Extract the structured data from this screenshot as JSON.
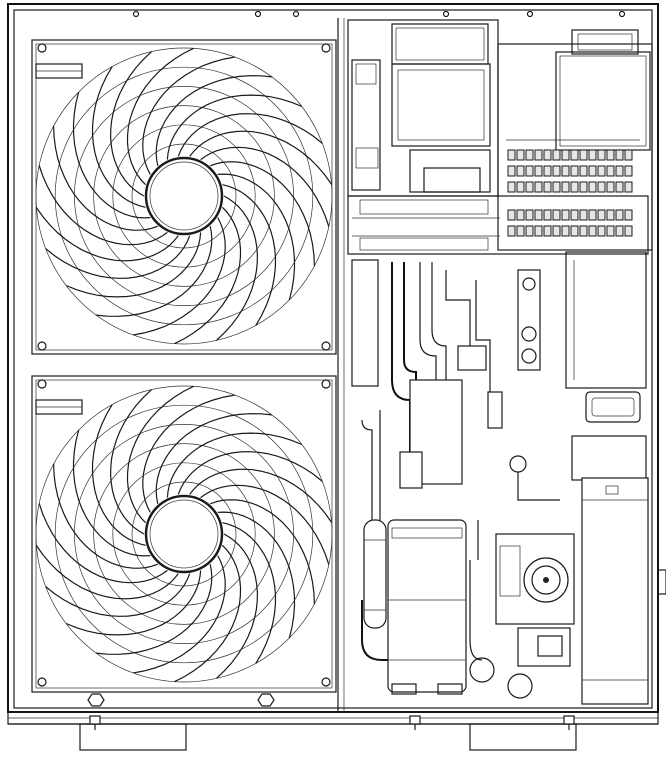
{
  "diagram": {
    "fans": [
      {
        "id": "fan-upper",
        "blades": 22,
        "rings": 6
      },
      {
        "id": "fan-lower",
        "blades": 22,
        "rings": 6
      }
    ],
    "colors": {
      "line": "#1a1a1a",
      "background": "#ffffff",
      "hatch": "#e6e6e6"
    }
  }
}
